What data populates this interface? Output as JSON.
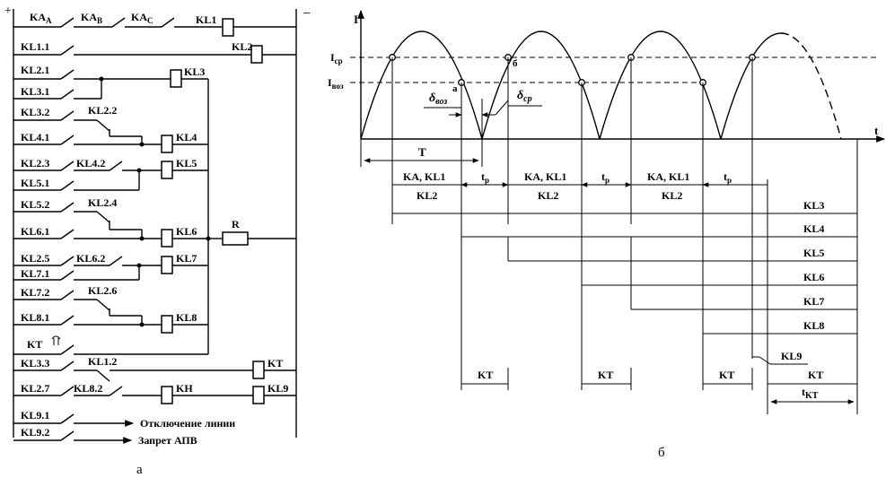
{
  "schematic": {
    "plus": "+",
    "minus": "−",
    "sub_label": "а",
    "row1": {
      "contacts": [
        "KA",
        "KA",
        "KA"
      ],
      "subscripts": [
        "A",
        "B",
        "C"
      ],
      "coil": "KL1"
    },
    "row2": {
      "contact": "KL1.1",
      "coil": "KL2"
    },
    "row3": {
      "contacts": [
        "KL2.1",
        "KL3.1"
      ],
      "coil": "KL3"
    },
    "row4": {
      "contacts": [
        "KL3.2",
        "KL2.2",
        "KL4.1"
      ],
      "coil": "KL4"
    },
    "row5": {
      "contacts": [
        "KL2.3",
        "KL4.2",
        "KL5.1"
      ],
      "coil": "KL5"
    },
    "row6": {
      "contacts": [
        "KL5.2",
        "KL2.4",
        "KL6.1"
      ],
      "coil": "KL6",
      "resistor": "R"
    },
    "row7": {
      "contacts": [
        "KL2.5",
        "KL6.2",
        "KL7.1"
      ],
      "coil": "KL7"
    },
    "row8": {
      "contacts": [
        "KL7.2",
        "KL2.6",
        "KL8.1"
      ],
      "coil": "KL8"
    },
    "row9": {
      "contact": "KT"
    },
    "row10": {
      "contacts": [
        "KL3.3",
        "KL1.2"
      ],
      "coil": "KT"
    },
    "row11": {
      "contacts": [
        "KL2.7",
        "KL8.2"
      ],
      "coils": [
        "KH",
        "KL9"
      ]
    },
    "outputs": [
      {
        "contact": "KL9.1",
        "text": "Отключение линии"
      },
      {
        "contact": "KL9.2",
        "text": "Запрет АПВ"
      }
    ]
  },
  "timing": {
    "sub_label": "б",
    "y_axis": "I",
    "x_axis": "t",
    "levels": {
      "i_sr": "I",
      "i_sr_sub": "ср",
      "i_voz": "I",
      "i_voz_sub": "воз"
    },
    "points": {
      "a": "а",
      "b": "б"
    },
    "deltas": {
      "voz": "δ",
      "voz_sub": "воз",
      "sr": "δ",
      "sr_sub": "ср"
    },
    "period": "T",
    "pulse_top": [
      "KA, KL1",
      "KA, KL1",
      "KA, KL1"
    ],
    "pulse_bottom": [
      "KL2",
      "KL2",
      "KL2"
    ],
    "tp": [
      "t",
      "t",
      "t"
    ],
    "tp_sub": "р",
    "bars": [
      "KL3",
      "KL4",
      "KL5",
      "KL6",
      "KL7",
      "KL8"
    ],
    "kt": [
      "KT",
      "KT",
      "KT",
      "KT"
    ],
    "kl9": "KL9",
    "t_kt": "t",
    "t_kt_sub": "KT"
  }
}
